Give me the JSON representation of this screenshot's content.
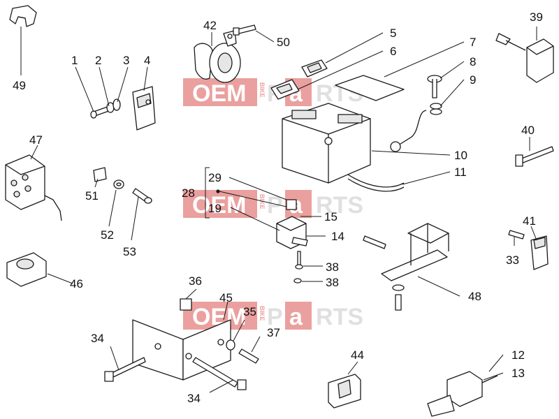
{
  "watermark": {
    "oem": "OEM",
    "bike": "BIKE",
    "p": "P",
    "a": "a",
    "rts": "RTS",
    "color_red": "#d9534f",
    "color_grey": "#c8c8c8"
  },
  "callouts": {
    "c1": "1",
    "c2": "2",
    "c3": "3",
    "c4": "4",
    "c5": "5",
    "c6": "6",
    "c7": "7",
    "c8": "8",
    "c9": "9",
    "c10": "10",
    "c11": "11",
    "c12": "12",
    "c13": "13",
    "c14": "14",
    "c15": "15",
    "c19": "19",
    "c28": "28",
    "c29": "29",
    "c33": "33",
    "c34a": "34",
    "c34b": "34",
    "c35": "35",
    "c36": "36",
    "c37": "37",
    "c38a": "38",
    "c38b": "38",
    "c39": "39",
    "c40": "40",
    "c41": "41",
    "c42": "42",
    "c44": "44",
    "c45": "45",
    "c46": "46",
    "c47": "47",
    "c48": "48",
    "c49": "49",
    "c50": "50",
    "c51": "51",
    "c52": "52",
    "c53": "53"
  }
}
